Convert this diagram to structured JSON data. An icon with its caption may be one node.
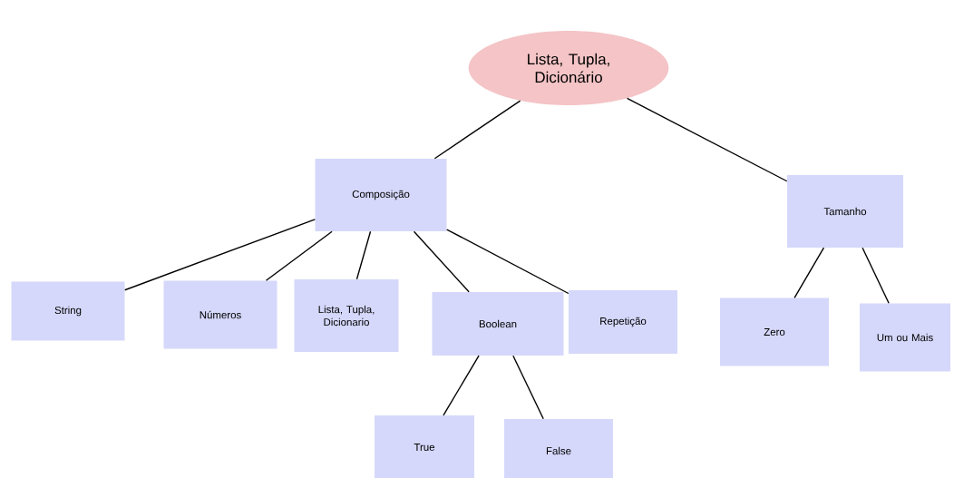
{
  "diagram": {
    "nodes": [
      {
        "text": [
          "Lista, Tupla, Dicionário"
        ]
      },
      {
        "text": [
          "Composição"
        ]
      },
      {
        "text": [
          "Tamanho"
        ]
      },
      {
        "text": [
          "String"
        ]
      },
      {
        "text": [
          "Números"
        ]
      },
      {
        "text": [
          "Lista, Tupla, Dicionario"
        ]
      },
      {
        "text": [
          "Boolean"
        ]
      },
      {
        "text": [
          "Repetição"
        ]
      },
      {
        "text": [
          "Zero"
        ]
      },
      {
        "text": [
          "Um ou Mais"
        ]
      },
      {
        "text": [
          "True"
        ]
      },
      {
        "text": [
          "False"
        ]
      }
    ],
    "edges": [
      {
        "from": 0,
        "to": 1,
        "arrow": "none"
      },
      {
        "from": 0,
        "to": 2,
        "arrow": "none"
      },
      {
        "from": 1,
        "to": 3,
        "arrow": "none"
      },
      {
        "from": 1,
        "to": 4,
        "arrow": "none"
      },
      {
        "from": 1,
        "to": 5,
        "arrow": "none"
      },
      {
        "from": 1,
        "to": 6,
        "arrow": "none"
      },
      {
        "from": 1,
        "to": 7,
        "arrow": "none"
      },
      {
        "from": 2,
        "to": 8,
        "arrow": "none"
      },
      {
        "from": 2,
        "to": 9,
        "arrow": "none"
      },
      {
        "from": 6,
        "to": 10,
        "arrow": "none"
      },
      {
        "from": 6,
        "to": 11,
        "arrow": "none"
      }
    ]
  }
}
